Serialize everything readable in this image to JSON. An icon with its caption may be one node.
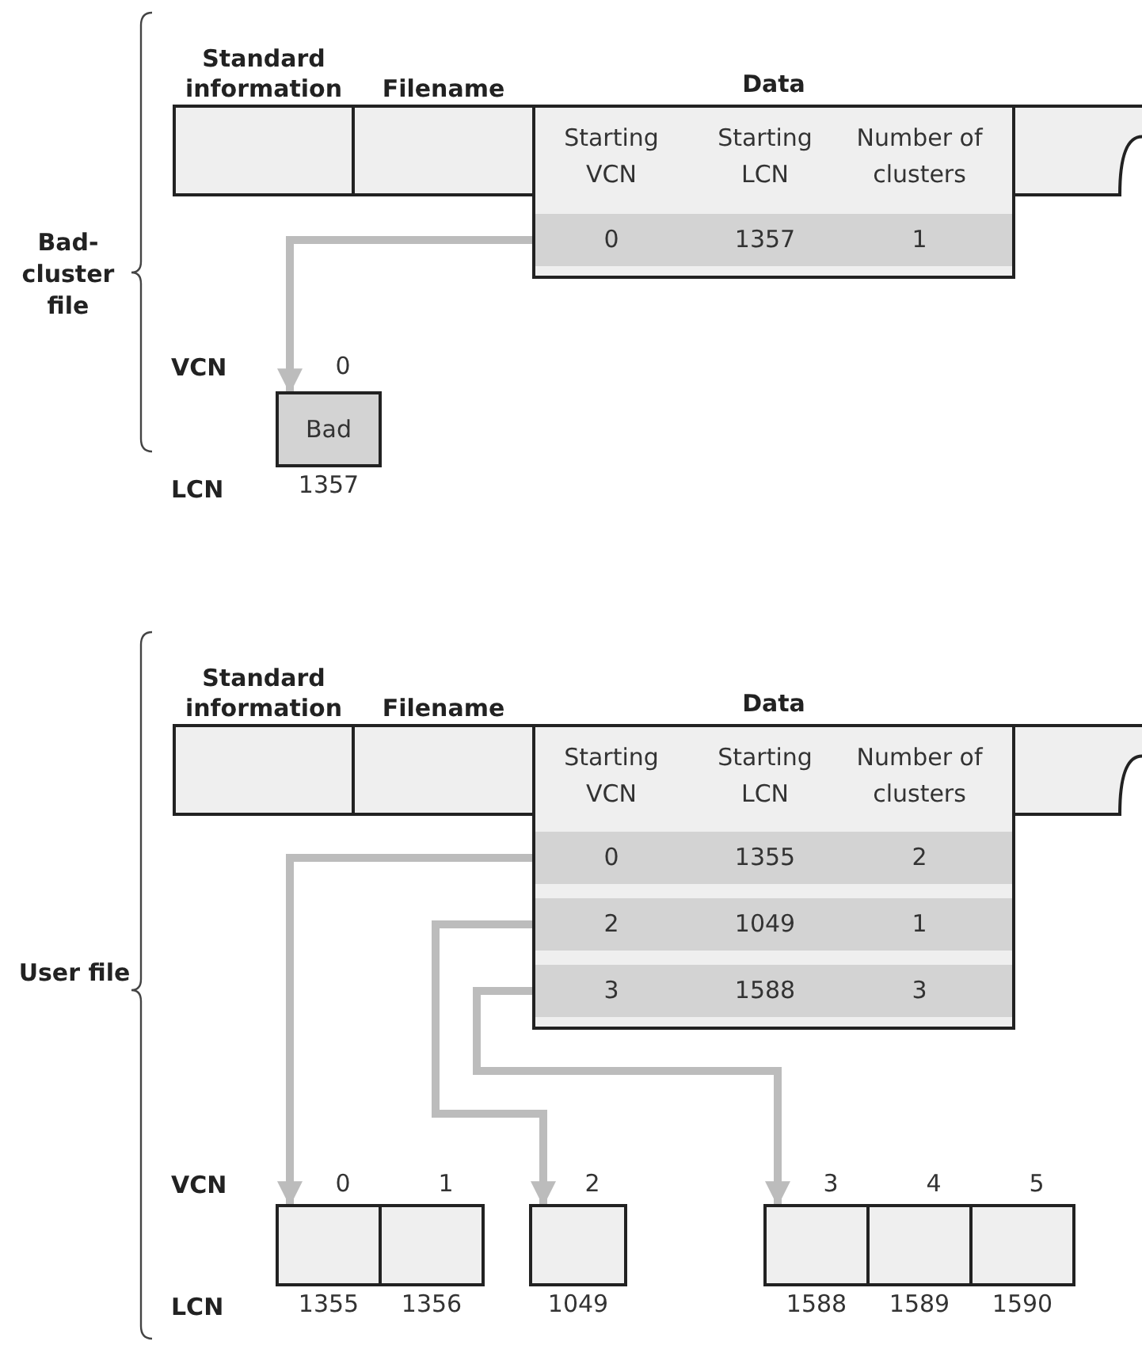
{
  "diagram": {
    "nodes": [
      {
        "text": [
          "Standard information"
        ]
      },
      {
        "text": [
          "Filename"
        ]
      },
      {
        "text": [
          "Data",
          "Starting VCN",
          "Starting LCN",
          "Number of clusters"
        ]
      },
      {
        "text": [
          "0",
          "1357",
          "1"
        ],
        "in": 2
      },
      {
        "text": [],
        "shape": "box"
      },
      {
        "text": [
          "Bad"
        ],
        "beside": [
          "0",
          "1357"
        ]
      },
      {
        "text": [
          "Standard information"
        ]
      },
      {
        "text": [
          "Filename"
        ]
      },
      {
        "text": [
          "Data",
          "Starting VCN",
          "Starting LCN",
          "Number of clusters"
        ]
      },
      {
        "text": [
          "0",
          "1355",
          "2"
        ],
        "in": 8
      },
      {
        "text": [
          "2",
          "1049",
          "1"
        ],
        "in": 8
      },
      {
        "text": [
          "3",
          "1588",
          "3"
        ],
        "in": 8
      },
      {
        "text": [],
        "shape": "box"
      },
      {
        "text": [],
        "shape": "box",
        "beside": [
          "0",
          "1355"
        ]
      },
      {
        "text": [],
        "shape": "box",
        "beside": [
          "1",
          "1356"
        ]
      },
      {
        "text": [],
        "shape": "box",
        "beside": [
          "2",
          "1049"
        ]
      },
      {
        "text": [],
        "shape": "box",
        "beside": [
          "3",
          "1588"
        ]
      },
      {
        "text": [],
        "shape": "box",
        "beside": [
          "4",
          "1589"
        ]
      },
      {
        "text": [],
        "shape": "box",
        "beside": [
          "5",
          "1590"
        ]
      }
    ],
    "edges": [
      {
        "from": 3,
        "to": 5,
        "arrow": "to"
      },
      {
        "from": 9,
        "to": 13,
        "arrow": "to"
      },
      {
        "from": 10,
        "to": 15,
        "arrow": "to"
      },
      {
        "from": 11,
        "to": 16,
        "arrow": "to"
      }
    ],
    "labels": [
      "Bad-cluster file",
      "VCN",
      "LCN",
      "User file",
      "VCN",
      "LCN"
    ]
  }
}
